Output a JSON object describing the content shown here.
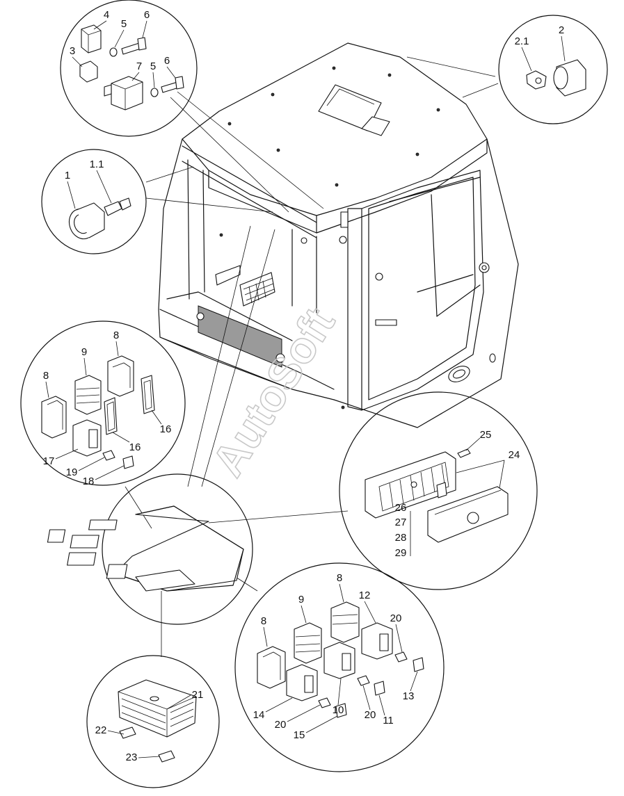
{
  "watermark": "AutoSoft",
  "labels": {
    "l1": "1",
    "l1_1": "1.1",
    "l2": "2",
    "l2_1": "2.1",
    "l3": "3",
    "l4": "4",
    "l5a": "5",
    "l5b": "5",
    "l6a": "6",
    "l6b": "6",
    "l7": "7",
    "l8a": "8",
    "l8b": "8",
    "l8c": "8",
    "l8d": "8",
    "l9a": "9",
    "l9b": "9",
    "l10": "10",
    "l11": "11",
    "l12": "12",
    "l13": "13",
    "l14": "14",
    "l15": "15",
    "l16a": "16",
    "l16b": "16",
    "l17": "17",
    "l18": "18",
    "l19": "19",
    "l20a": "20",
    "l20b": "20",
    "l20c": "20",
    "l21": "21",
    "l22": "22",
    "l23": "23",
    "l24": "24",
    "l25": "25",
    "l26": "26",
    "l27": "27",
    "l28": "28",
    "l29": "29"
  }
}
